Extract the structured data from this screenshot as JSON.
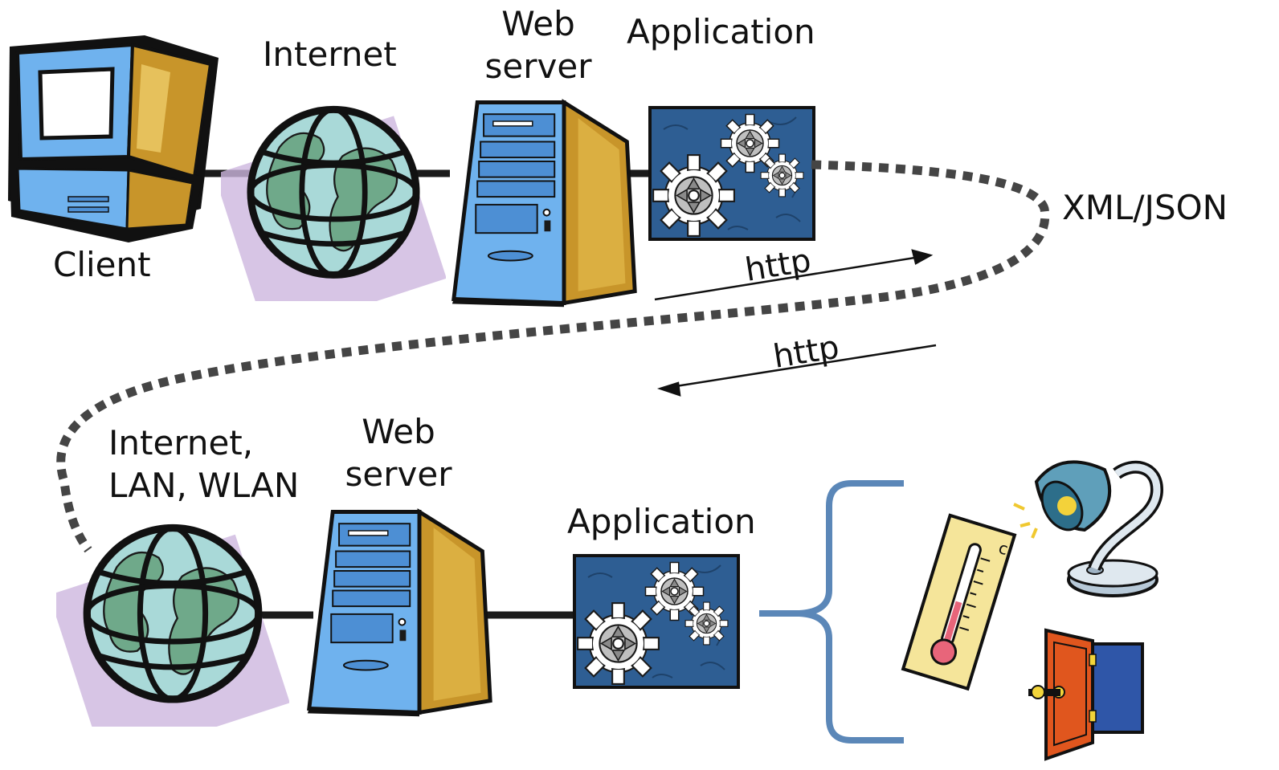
{
  "top": {
    "client_label": "Client",
    "internet_label": "Internet",
    "web_server_label_line1": "Web",
    "web_server_label_line2": "server",
    "application_label": "Application"
  },
  "link": {
    "format_label": "XML/JSON",
    "request_label": "http",
    "response_label": "http"
  },
  "bottom": {
    "network_label_line1": "Internet,",
    "network_label_line2": "LAN, WLAN",
    "web_server_label_line1": "Web",
    "web_server_label_line2": "server",
    "application_label": "Application"
  },
  "devices": [
    "thermometer",
    "lamp",
    "door"
  ],
  "colors": {
    "line": "#1a1a1a",
    "dashed_path": "#454545",
    "brace": "#5b87b8",
    "application_panel": "#2e5e93",
    "monitor_blue": "#5ea4e6",
    "server_gold": "#c8952a",
    "globe_green": "#6fa98a",
    "globe_backdrop": "#cdb6df",
    "door_orange": "#e0561e",
    "door_blue": "#2f56a8"
  }
}
